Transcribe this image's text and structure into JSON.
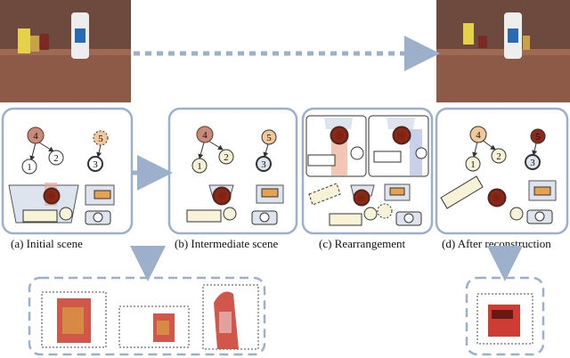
{
  "captions": {
    "a": "(a) Initial scene",
    "b": "(b) Intermediate scene",
    "c": "(c) Rearrangement",
    "d": "(d) After reconstruction"
  },
  "panel_a": {
    "nodes": [
      "4",
      "1",
      "2",
      "5",
      "3"
    ]
  },
  "panel_b": {
    "nodes": [
      "4",
      "1",
      "2",
      "5",
      "3"
    ]
  },
  "panel_d": {
    "nodes": [
      "4",
      "1",
      "2",
      "5",
      "3"
    ]
  },
  "colors": {
    "frame": "#9db0cb",
    "arrow": "#9db0cb",
    "red_object": "#8b2a1a",
    "orange_box": "#e6a24e",
    "cream_box": "#f7f2d8",
    "shelf": "#7a4a3a"
  }
}
